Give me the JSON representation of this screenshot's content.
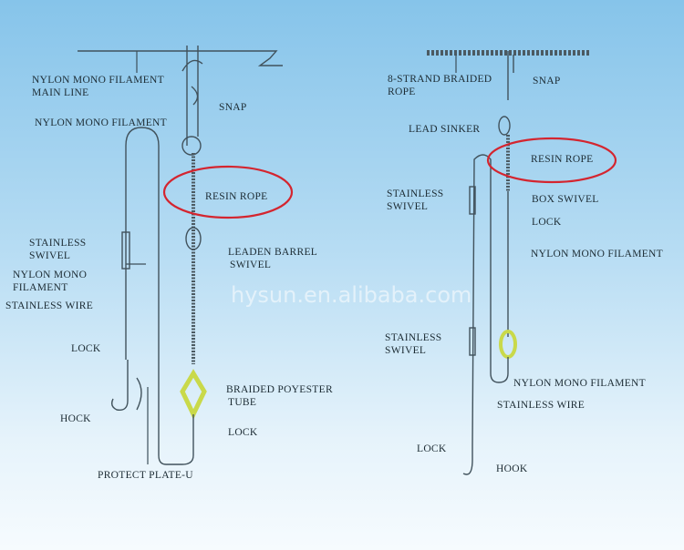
{
  "watermark": "hysun.en.alibaba.com",
  "left": {
    "main_line_1": "NYLON MONO FILAMENT",
    "main_line_2": "MAIN LINE",
    "snap": "SNAP",
    "nylon_top": "NYLON MONO FILAMENT",
    "resin_rope": "RESIN ROPE",
    "swivel_1": "STAINLESS",
    "swivel_2": "SWIVEL",
    "leaden_1": "LEADEN BARREL",
    "leaden_2": "SWIVEL",
    "nylon_1": "NYLON MONO",
    "nylon_2": "FILAMENT",
    "wire": "STAINLESS WIRE",
    "lock_1": "LOCK",
    "tube_1": "BRAIDED POYESTER",
    "tube_2": "TUBE",
    "hock": "HOCK",
    "lock_2": "LOCK",
    "plate": "PROTECT PLATE-U"
  },
  "right": {
    "rope_1": "8-STRAND BRAIDED",
    "rope_2": "ROPE",
    "snap": "SNAP",
    "sinker": "LEAD SINKER",
    "resin_rope": "RESIN ROPE",
    "swivel_1": "STAINLESS",
    "swivel_2": "SWIVEL",
    "box_swivel": "BOX SWIVEL",
    "lock_1": "LOCK",
    "nylon_1": "NYLON MONO FILAMENT",
    "swivel2_1": "STAINLESS",
    "swivel2_2": "SWIVEL",
    "nylon_2": "NYLON MONO FILAMENT",
    "wire": "STAINLESS WIRE",
    "lock_2": "LOCK",
    "hook": "HOOK"
  },
  "colors": {
    "highlight_circle": "#d4252f",
    "tube": "#c9d94a"
  }
}
